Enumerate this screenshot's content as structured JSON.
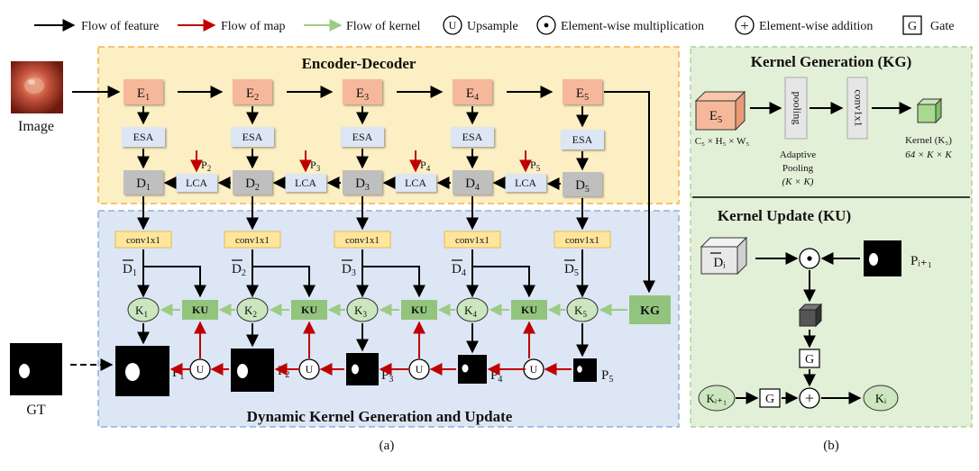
{
  "legend": {
    "feature": "Flow of feature",
    "map": "Flow of map",
    "kernel": "Flow of kernel",
    "upsample_symbol": "U",
    "upsample": "Upsample",
    "mult": "Element-wise multiplication",
    "add": "Element-wise addition",
    "gate_symbol": "G",
    "gate": "Gate"
  },
  "colors": {
    "feature": "#000000",
    "map": "#c00000",
    "kernel": "#9dcb86",
    "encoder_bg": "#fdefc4",
    "encoder_border": "#f4b24a",
    "dynamic_bg": "#dde6f4",
    "dynamic_border": "#8fb0e0",
    "right_bg": "#e3f0d8",
    "enc_box": "#f6b89a",
    "esa_box": "#dce6f4",
    "dec_box": "#bfbfbf",
    "conv_box": "#ffe69a",
    "kernel_node": "#cce6bf",
    "ku_box": "#93c47d"
  },
  "left": {
    "image_label": "Image",
    "gt_label": "GT",
    "encoder_title": "Encoder-Decoder",
    "dynamic_title": "Dynamic Kernel Generation and Update",
    "caption": "(a)",
    "esa": "ESA",
    "lca": "LCA",
    "conv": "conv1x1",
    "ku": "KU",
    "kg": "KG",
    "upsample": "U",
    "E": "E",
    "D": "D",
    "K": "K",
    "P": "P",
    "stage_indices": [
      "1",
      "2",
      "3",
      "4",
      "5"
    ],
    "lca_indices": [
      "2",
      "3",
      "4",
      "5"
    ]
  },
  "right": {
    "kg_title": "Kernel Generation (KG)",
    "ku_title": "Kernel Update (KU)",
    "caption": "(b)",
    "e5_main": "E",
    "e5_sub": "5",
    "feature_dims": "C₅ × H₅ × W₅",
    "pooling": "pooling",
    "conv": "conv1x1",
    "adaptive_1": "Adaptive",
    "adaptive_2": "Pooling",
    "adaptive_3": "(K × K)",
    "kernel_label": "Kernel (K₅)",
    "kernel_dims": "64 × K × K",
    "d_i": "Dᵢ",
    "p_next": "Pᵢ₊₁",
    "k_next": "Kᵢ₊₁",
    "k_i": "Kᵢ",
    "gate": "G",
    "mult": "·",
    "add": "+"
  }
}
